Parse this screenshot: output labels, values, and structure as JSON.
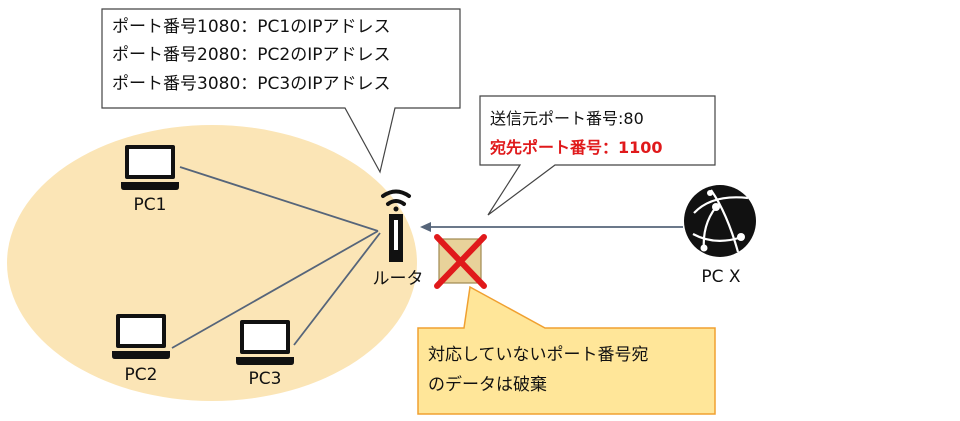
{
  "router_callout": {
    "lines": [
      "ポート番号1080：PC1のIPアドレス",
      "ポート番号2080：PC2のIPアドレス",
      "ポート番号3080：PC3のIPアドレス"
    ]
  },
  "packet_callout": {
    "source_port": "送信元ポート番号:80",
    "dest_port": "宛先ポート番号：1100"
  },
  "discard_callout": {
    "line1": "対応していないポート番号宛",
    "line2": "のデータは破棄"
  },
  "nodes": {
    "pc1": "PC1",
    "pc2": "PC2",
    "pc3": "PC3",
    "router": "ルータ",
    "pcx": "PC X"
  },
  "colors": {
    "lan_fill": "#fbe5b6",
    "callout_fill": "#ffe699",
    "callout_border": "#f0a030",
    "highlight_text": "#e0191b",
    "discard_x": "#e0191b",
    "packet_fill": "#e8d29a",
    "link_line": "#56657a"
  },
  "icons": {
    "pc": "laptop-icon",
    "router": "wireless-router-icon",
    "pcx": "globe-network-icon",
    "discard": "cross-icon",
    "packet": "packet-box-icon"
  }
}
